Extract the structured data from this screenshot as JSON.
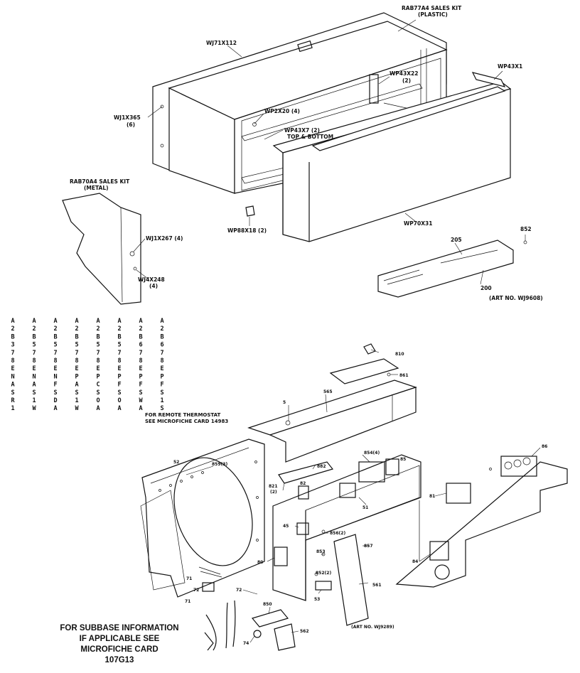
{
  "callouts": {
    "sales_kit_plastic_1": "RAB77A4 SALES KIT",
    "sales_kit_plastic_2": "(PLASTIC)",
    "wj71x112": "WJ71X112",
    "wp43x22": "WP43X22",
    "wp43x22_qty": "(2)",
    "wp43x1": "WP43X1",
    "wj1x365": "WJ1X365",
    "wj1x365_qty": "(6)",
    "wp2x20": "WP2X20 (4)",
    "wp43x7": "WP43X7 (2)",
    "top_bottom": "TOP & BOTTOM",
    "sales_kit_metal_1": "RAB70A4 SALES KIT",
    "sales_kit_metal_2": "(METAL)",
    "wj1x267": "WJ1X267 (4)",
    "wj4x248": "WJ4X248",
    "wj4x248_qty": "(4)",
    "wp88x18": "WP88X18 (2)",
    "wp70x31": "WP70X31",
    "p205": "205",
    "p852": "852",
    "p200": "200",
    "art_no_1": "(ART NO. WJ9608)",
    "p810": "810",
    "p861": "861",
    "p565": "565",
    "p5": "5",
    "p52": "52",
    "p859": "859(3)",
    "p882": "882",
    "p821": "821",
    "p821_qty": "(2)",
    "p854": "854(4)",
    "p85": "85",
    "p82": "82",
    "p51": "51",
    "p45": "45",
    "p856": "856(2)",
    "p857": "857",
    "p80": "80",
    "p853": "853",
    "p852b": "852(2)",
    "p561": "561",
    "p71": "71",
    "p72": "72",
    "p53": "53",
    "p850": "850",
    "p74": "74",
    "p562": "562",
    "p81": "81",
    "p84": "84",
    "p86": "86",
    "art_no_2": "(ART NO. WJ9289)"
  },
  "models": [
    "A2B378ENASR1",
    "A2B578ENAS1W",
    "A2B578ENFSDA",
    "A2B578EPAS1W",
    "A2B578EPCSOA",
    "A2B578EPFSOA",
    "A2B678EPFSWA",
    "A2B678EPFS1S"
  ],
  "remote_note": {
    "line1": "FOR REMOTE THERMOSTAT",
    "line2": "SEE MICROFICHE CARD 14983"
  },
  "subbase_note": {
    "line1": "FOR SUBBASE INFORMATION",
    "line2": "IF APPLICABLE SEE",
    "line3": "MICROFICHE CARD",
    "line4": "107G13"
  }
}
